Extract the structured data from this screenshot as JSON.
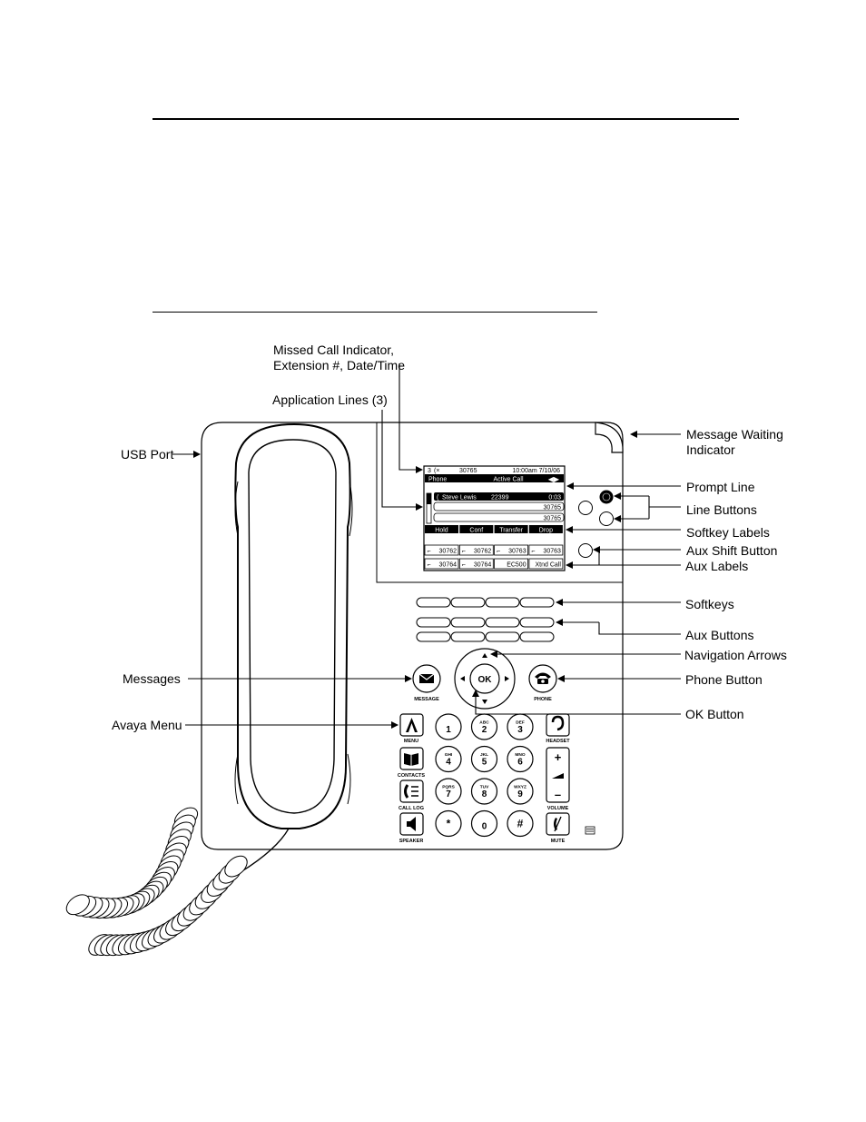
{
  "callouts": {
    "missed_call": "Missed Call Indicator,\nExtension #, Date/Time",
    "application_lines": "Application Lines (3)",
    "usb_port": "USB Port",
    "message_waiting": "Message Waiting\nIndicator",
    "prompt_line": "Prompt Line",
    "line_buttons": "Line Buttons",
    "softkey_labels": "Softkey Labels",
    "aux_shift": "Aux Shift Button",
    "aux_labels": "Aux Labels",
    "softkeys": "Softkeys",
    "aux_buttons": "Aux Buttons",
    "navigation_arrows": "Navigation Arrows",
    "messages": "Messages",
    "phone_button": "Phone Button",
    "ok_button": "OK Button",
    "avaya_menu": "Avaya Menu"
  },
  "screen": {
    "missed_count": "3",
    "extension": "30765",
    "datetime": "10:00am 7/10/06",
    "prompt_left": "Phone",
    "prompt_center": "Active Call",
    "lines": [
      {
        "name": "Steve Lewis",
        "number": "22399",
        "time": "0:03"
      },
      {
        "name": "",
        "number": "30765",
        "time": ""
      },
      {
        "name": "",
        "number": "30765",
        "time": ""
      }
    ],
    "softkeys": [
      "Hold",
      "Conf",
      "Transfer",
      "Drop"
    ],
    "aux_row1": [
      "30762",
      "30762",
      "30763",
      "30763"
    ],
    "aux_row2": [
      "30764",
      "30764",
      "EC500",
      "Xtnd Call"
    ]
  },
  "button_labels": {
    "message": "MESSAGE",
    "phone": "PHONE",
    "ok": "OK",
    "menu": "MENU",
    "contacts": "CONTACTS",
    "call_log": "CALL LOG",
    "speaker": "SPEAKER",
    "headset": "HEADSET",
    "volume": "VOLUME",
    "mute": "MUTE"
  },
  "keypad": [
    {
      "digit": "1",
      "letters": ""
    },
    {
      "digit": "2",
      "letters": "ABC"
    },
    {
      "digit": "3",
      "letters": "DEF"
    },
    {
      "digit": "4",
      "letters": "GHI"
    },
    {
      "digit": "5",
      "letters": "JKL"
    },
    {
      "digit": "6",
      "letters": "MNO"
    },
    {
      "digit": "7",
      "letters": "PQRS"
    },
    {
      "digit": "8",
      "letters": "TUV"
    },
    {
      "digit": "9",
      "letters": "WXYZ"
    },
    {
      "digit": "*",
      "letters": ""
    },
    {
      "digit": "0",
      "letters": ""
    },
    {
      "digit": "#",
      "letters": ""
    }
  ],
  "volume": {
    "plus": "+",
    "minus": "–"
  },
  "icons": [
    "envelope-icon",
    "phone-handset-icon",
    "avaya-a-icon",
    "book-icon",
    "call-log-icon",
    "speaker-icon",
    "headset-icon",
    "mute-icon"
  ]
}
